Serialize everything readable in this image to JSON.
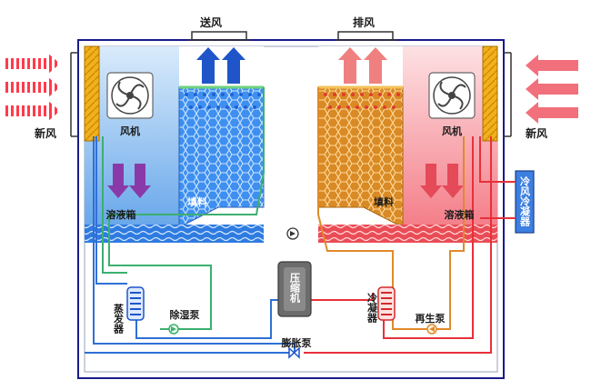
{
  "labels": {
    "supply_air": "送风",
    "exhaust_air": "排风",
    "fresh_air_left": "新风",
    "fresh_air_right": "新风",
    "fan_left": "风机",
    "fan_right": "风机",
    "filler_left": "填料",
    "filler_right": "填料",
    "tank_left": "溶液箱",
    "tank_right": "溶液箱",
    "evaporator": "蒸发器",
    "dehumid_pump": "除湿泵",
    "compressor": "压缩机",
    "condenser": "冷凝器",
    "regen_pump": "再生泵",
    "expansion_valve": "膨胀泵",
    "air_cooled_condenser": "冷风冷凝器"
  },
  "colors": {
    "cold_blue": "#2f6fd6",
    "hot_red": "#e8303a",
    "green_pipe": "#3bb06e",
    "orange_pipe": "#e08a2a",
    "frame": "#1a1a8c",
    "pad_yellow": "#f2b11c"
  }
}
